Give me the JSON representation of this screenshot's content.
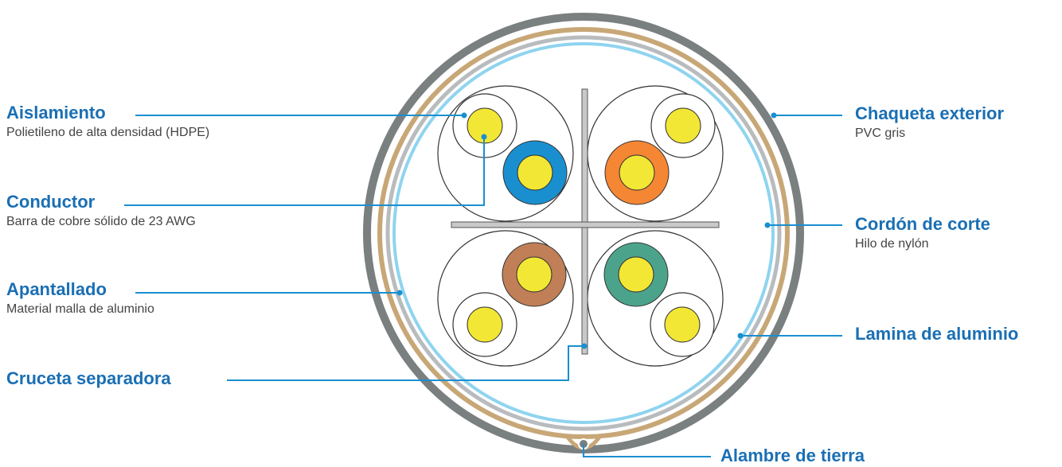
{
  "labels": {
    "aislamiento": {
      "title": "Aislamiento",
      "desc": "Polietileno de alta densidad (HDPE)"
    },
    "conductor": {
      "title": "Conductor",
      "desc": "Barra de cobre sólido de 23 AWG"
    },
    "apantallado": {
      "title": "Apantallado",
      "desc": "Material malla de aluminio"
    },
    "cruceta": {
      "title": "Cruceta separadora"
    },
    "chaqueta": {
      "title": "Chaqueta exterior",
      "desc": "PVC gris"
    },
    "cordon": {
      "title": "Cordón de corte",
      "desc": "Hilo de nylón"
    },
    "lamina": {
      "title": "Lamina de aluminio"
    },
    "alambre": {
      "title": "Alambre de tierra"
    }
  },
  "colors": {
    "accent": "#1a6fb4",
    "jacket": "#7a7f80",
    "braid": "#c8a777",
    "foil": "#b9bcbf",
    "ripcord": "#8fd4ef",
    "conductor": "#f3e735",
    "pair_blue": "#1a8fd0",
    "pair_orange": "#f58634",
    "pair_brown": "#c17f57",
    "pair_green": "#4ca38c",
    "separator": "#c9c9c9"
  }
}
